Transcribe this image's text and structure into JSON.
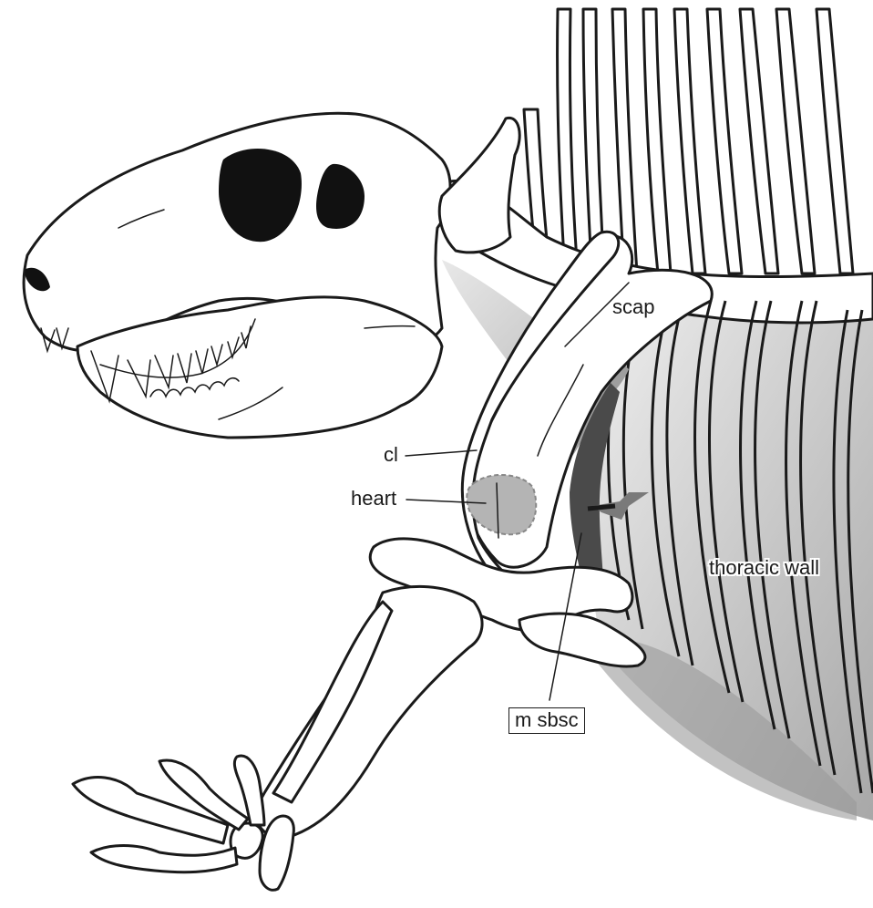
{
  "figure": {
    "subject": "Dimetrodon-like synapsid skeleton, anterior body, lateral view",
    "colors": {
      "line": "#1a1a1a",
      "bone_fill": "#ffffff",
      "thoracic_shade": "#c8c8c8",
      "scapular_muscle": "#9e9e9e",
      "subscapularis": "#4a4a4a",
      "heart": "#b4b4b4",
      "neck_shade": "#d2d2d2",
      "fenestra": "#111111"
    }
  },
  "labels": {
    "scap": "scap",
    "cl": "cl",
    "heart": "heart",
    "thoracic_wall": "thoracic wall",
    "m_sbsc": "m sbsc"
  }
}
